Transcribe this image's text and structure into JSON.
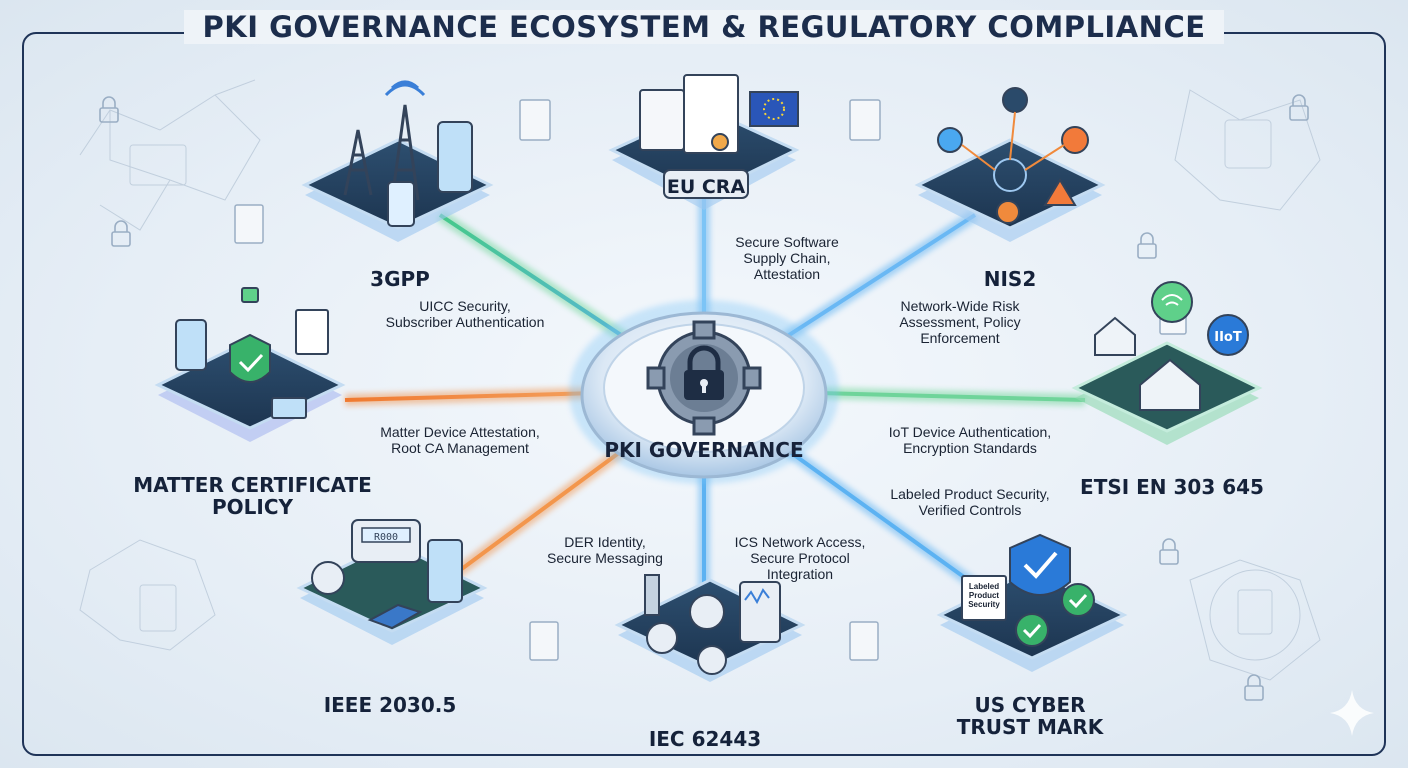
{
  "title": "PKI GOVERNANCE ECOSYSTEM & REGULATORY COMPLIANCE",
  "hub": {
    "label": "PKI GOVERNANCE"
  },
  "nodes": {
    "eu_cra": {
      "label": "EU CRA",
      "description": "Secure Software\nSupply Chain,\nAttestation"
    },
    "gpp3": {
      "label": "3GPP",
      "description": "UICC Security,\nSubscriber Authentication"
    },
    "nis2": {
      "label": "NIS2",
      "description": "Network-Wide Risk\nAssessment, Policy\nEnforcement"
    },
    "matter": {
      "label": "MATTER CERTIFICATE\nPOLICY",
      "description": "Matter Device Attestation,\nRoot CA Management"
    },
    "etsi": {
      "label": "ETSI EN 303 645",
      "description": "IoT Device Authentication,\nEncryption Standards"
    },
    "ieee": {
      "label": "IEEE 2030.5",
      "description": "DER Identity,\nSecure Messaging"
    },
    "iec": {
      "label": "IEC 62443",
      "description": "ICS Network Access,\nSecure Protocol\nIntegration"
    },
    "us_cyber": {
      "label": "US CYBER\nTRUST MARK",
      "description": "Labeled Product Security,\nVerified Controls"
    }
  },
  "icons": {
    "eu_cra_card": "Labeled product security",
    "eu_cra_card_text": "Labeled\nProduct\nSecurity",
    "etsi_badge": "IIoT",
    "meter_display": "R000"
  },
  "colors": {
    "frame": "#1f3458",
    "title": "#1c2d4c",
    "link_green": "#5fd08a",
    "link_blue": "#4aa8f0",
    "link_orange": "#f08a3c",
    "platform_top": "#2a4a6a",
    "platform_edge": "#9ec8f0"
  }
}
